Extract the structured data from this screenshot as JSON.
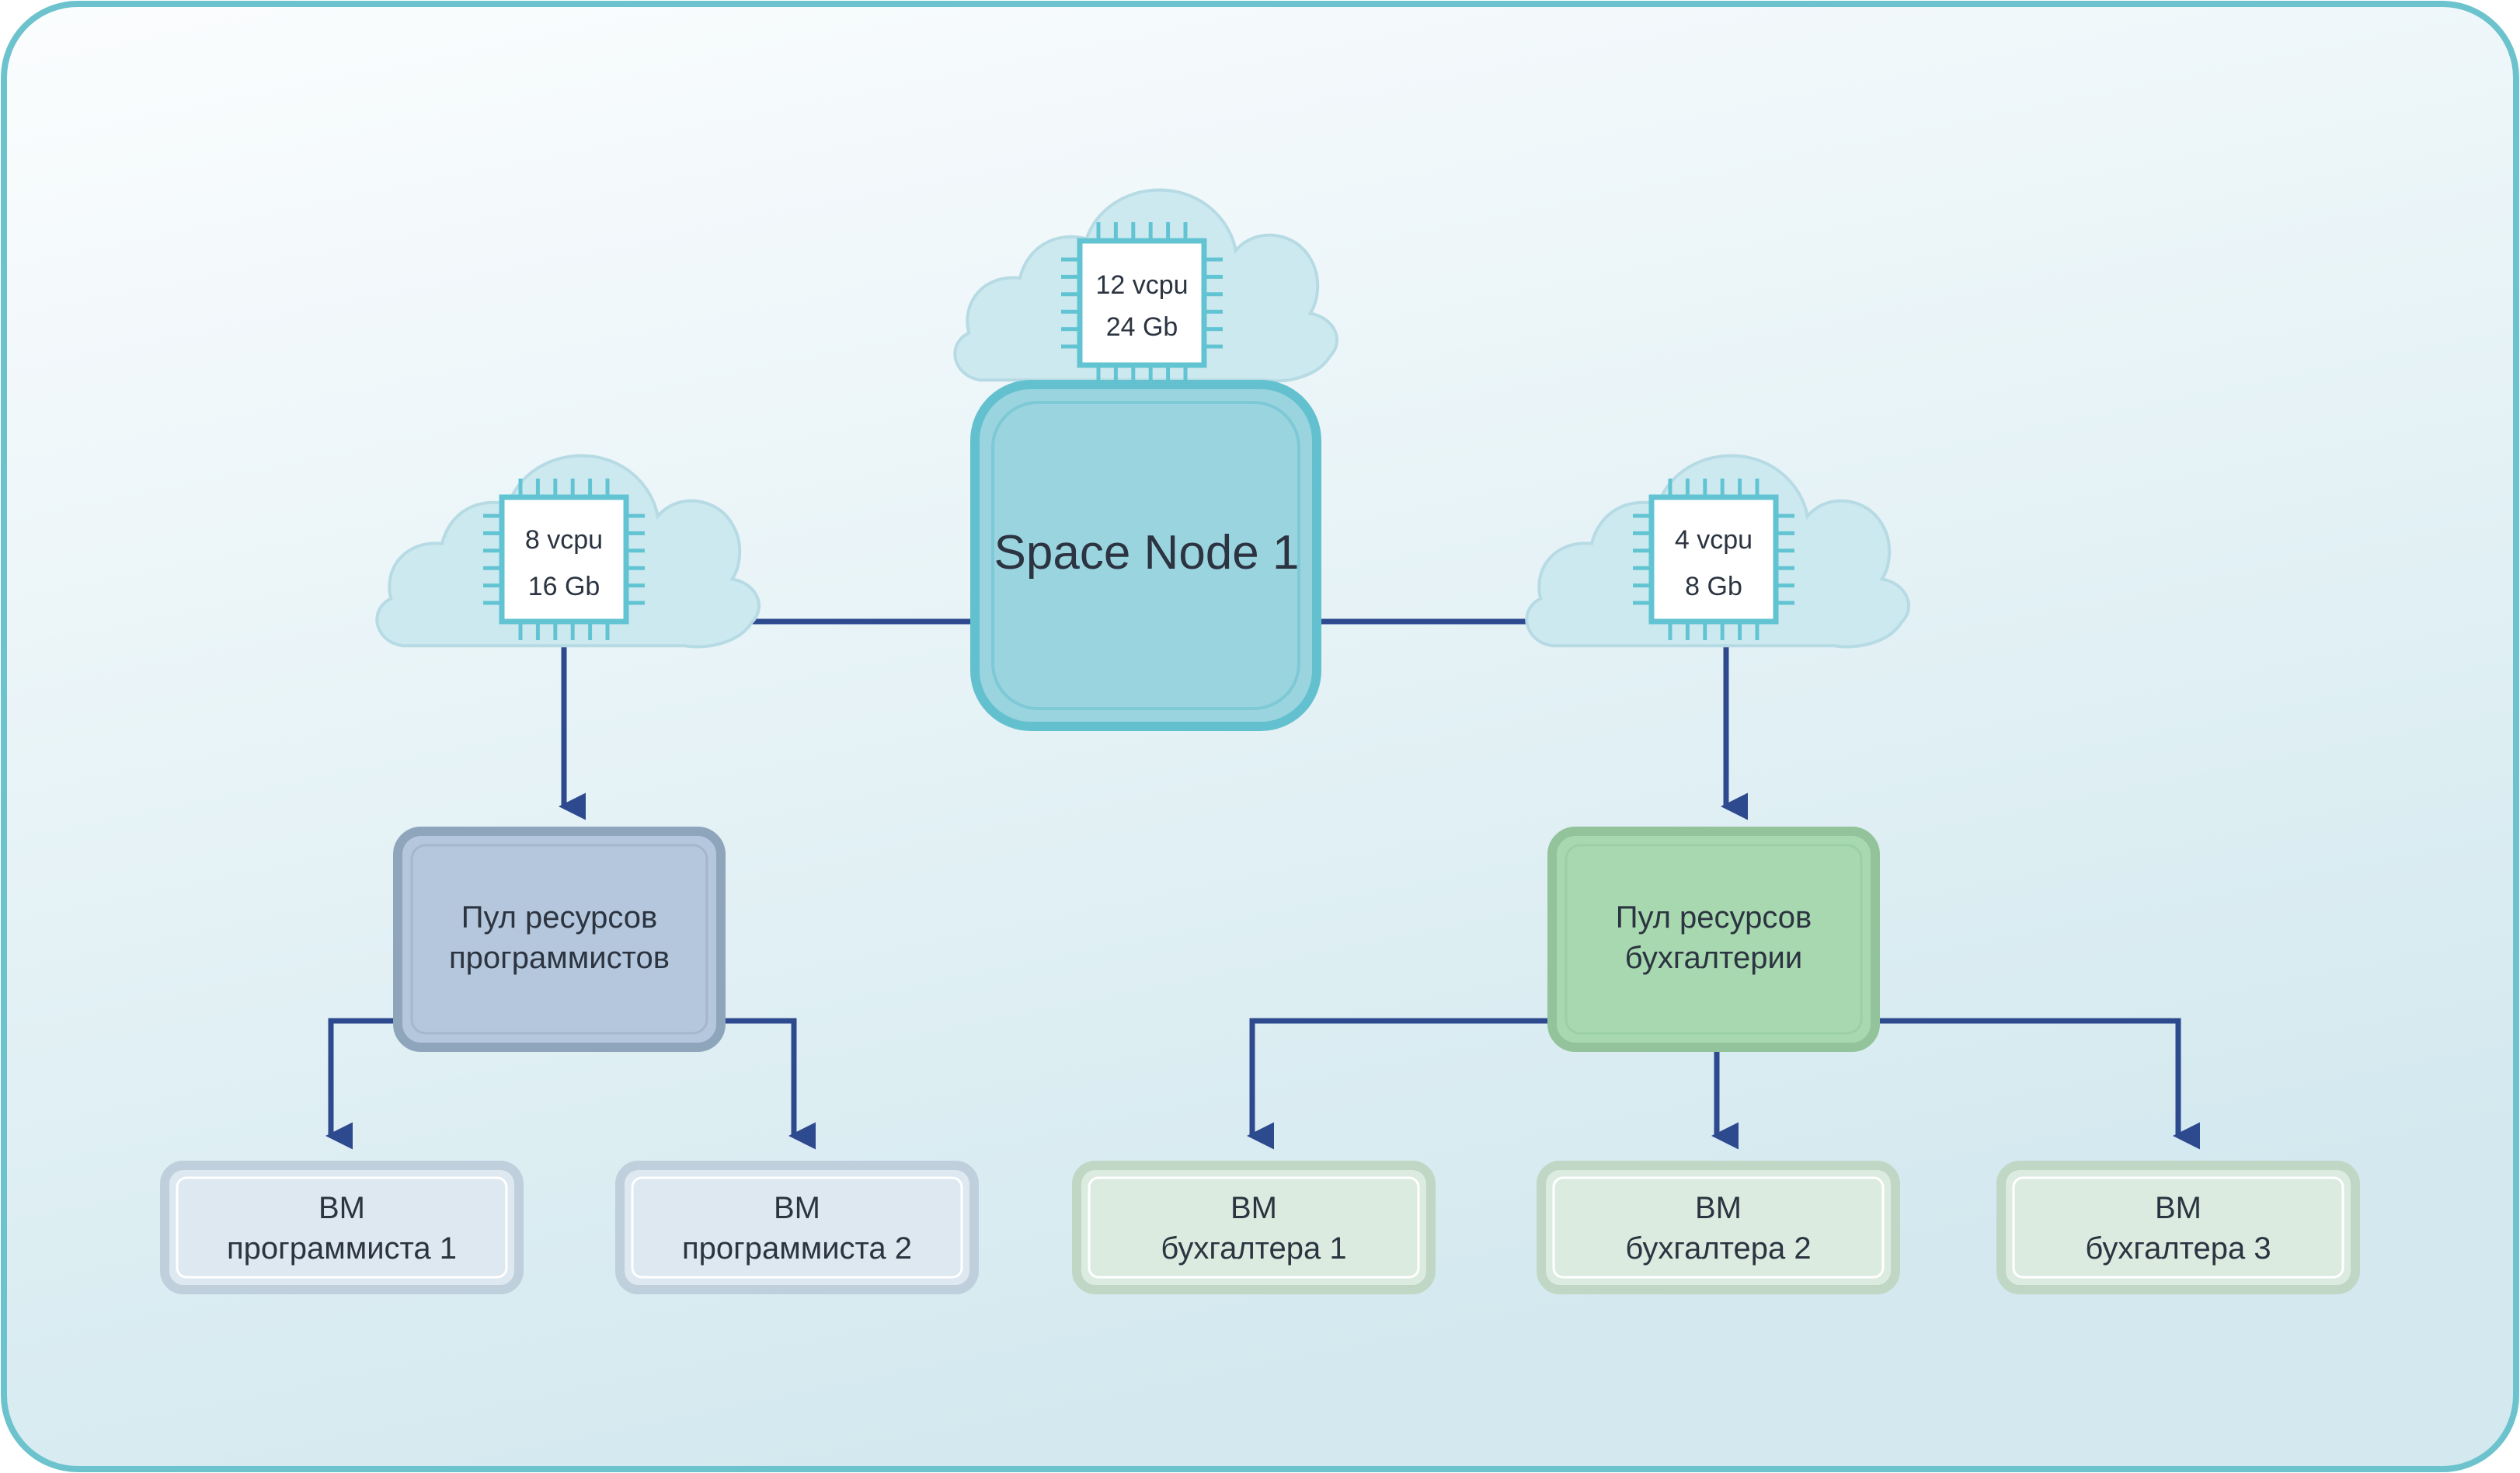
{
  "colors": {
    "frame_border": "#6cc3cd",
    "background_top": "#fbfdfe",
    "background_bottom": "#d3e9ef",
    "arrow": "#2e4a8f",
    "cloud": "#cde9f0",
    "chip_outline": "#62c4d2",
    "main_node_fill": "#9ad4df",
    "main_node_border": "#63c1cf",
    "pool_dev_fill": "#b5c7dc",
    "pool_dev_border": "#8ea5bb",
    "pool_acc_fill": "#a8d8b0",
    "pool_acc_border": "#92c39a",
    "vm_dev_fill": "#dde8f0",
    "vm_dev_border": "#bfcfdc",
    "vm_acc_fill": "#dcebe0",
    "vm_acc_border": "#bfd7c4"
  },
  "main_node": {
    "label": "Space Node 1"
  },
  "chips": {
    "top": {
      "line1": "12 vcpu",
      "line2": "24 Gb",
      "icon": "cpu-chip-icon"
    },
    "left": {
      "line1": "8 vcpu",
      "line2": "16 Gb",
      "icon": "cpu-chip-icon"
    },
    "right": {
      "line1": "4 vcpu",
      "line2": "8 Gb",
      "icon": "cpu-chip-icon"
    }
  },
  "pools": {
    "dev": {
      "line1": "Пул ресурсов",
      "line2": "программистов"
    },
    "acc": {
      "line1": "Пул ресурсов",
      "line2": "бухгалтерии"
    }
  },
  "vms": {
    "dev1": {
      "line1": "ВМ",
      "line2": "программиста 1"
    },
    "dev2": {
      "line1": "ВМ",
      "line2": "программиста 2"
    },
    "acc1": {
      "line1": "ВМ",
      "line2": "бухгалтера 1"
    },
    "acc2": {
      "line1": "ВМ",
      "line2": "бухгалтера 2"
    },
    "acc3": {
      "line1": "ВМ",
      "line2": "бухгалтера 3"
    }
  }
}
